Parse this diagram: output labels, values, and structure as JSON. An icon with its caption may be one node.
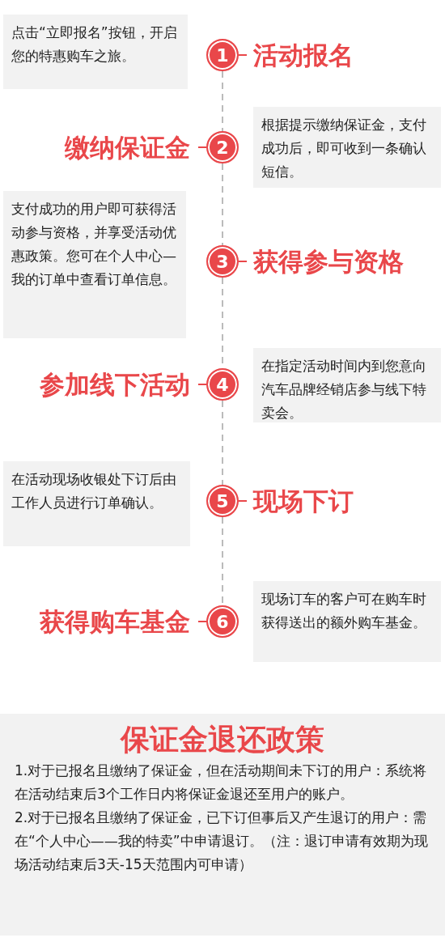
{
  "diagram": {
    "nodes": [
      {
        "text": [
          "点击“立即报名”按钮，开启您的特惠购车之旅。"
        ]
      },
      {
        "text": [
          "1"
        ]
      },
      {
        "text": [
          "活动报名"
        ]
      },
      {
        "text": [
          "缴纳保证金"
        ]
      },
      {
        "text": [
          "2"
        ]
      },
      {
        "text": [
          "根据提示缴纳保证金，支付成功后，即可收到一条确认短信。"
        ]
      },
      {
        "text": [
          "支付成功的用户即可获得活动参与资格，并享受活动优惠政策。您可在个人中心—我的订单中查看订单信息。"
        ]
      },
      {
        "text": [
          "3"
        ]
      },
      {
        "text": [
          "获得参与资格"
        ]
      },
      {
        "text": [
          "参加线下活动"
        ]
      },
      {
        "text": [
          "4"
        ]
      },
      {
        "text": [
          "在指定活动时间内到您意向汽车品牌经销店参与线下特卖会。"
        ]
      },
      {
        "text": [
          "在活动现场收银处下订后由工作人员进行订单确认。"
        ]
      },
      {
        "text": [
          "5"
        ]
      },
      {
        "text": [
          "现场下订"
        ]
      },
      {
        "text": [
          "获得购车基金"
        ]
      },
      {
        "text": [
          "6"
        ]
      },
      {
        "text": [
          "现场订车的客户可在购车时获得送出的额外购车基金。"
        ]
      },
      {
        "text": [
          "保证金退还政策",
          "1.对于已报名且缴纳了保证金，但在活动期间未下订的用户：系统将在活动结束后3个工作日内将保证金退还至用户的账户。",
          "2.对于已报名且缴纳了保证金，已下订但事后又产生退订的用户：需在“个人中心——我的特卖”中申请退订。（注：退订申请有效期为现场活动结束后3天-15天范围内可申请）"
        ]
      }
    ],
    "edges": [
      {
        "from": 1,
        "to": 4,
        "arrow": "none",
        "style": "dashed",
        "color": "#bbbbbb"
      },
      {
        "from": 4,
        "to": 7,
        "arrow": "none",
        "style": "dashed",
        "color": "#bbbbbb"
      },
      {
        "from": 7,
        "to": 10,
        "arrow": "none",
        "style": "dashed",
        "color": "#bbbbbb"
      },
      {
        "from": 10,
        "to": 13,
        "arrow": "none",
        "style": "dashed",
        "color": "#bbbbbb"
      },
      {
        "from": 13,
        "to": 16,
        "arrow": "none",
        "style": "dashed",
        "color": "#bbbbbb"
      },
      {
        "from": 1,
        "to": 2,
        "arrow": "none"
      },
      {
        "from": 4,
        "to": 3,
        "arrow": "none"
      },
      {
        "from": 7,
        "to": 8,
        "arrow": "none"
      },
      {
        "from": 10,
        "to": 9,
        "arrow": "none"
      },
      {
        "from": 13,
        "to": 14,
        "arrow": "none"
      },
      {
        "from": 16,
        "to": 15,
        "arrow": "none"
      }
    ]
  }
}
